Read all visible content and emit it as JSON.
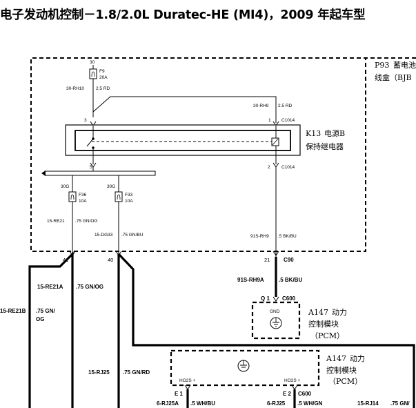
{
  "title": "电子发动机控制－1.8/2.0L Duratec-HE (MI4)，2009 年起车型",
  "bjb": {
    "ref": "P93",
    "name_line1": "蓄电池",
    "name_line2": "线盒（BJB"
  },
  "fuse_f9": {
    "pin": "30",
    "id": "F9",
    "rating": "20A",
    "wire_id": "30-RH10",
    "wire_spec": "2.5 RD"
  },
  "wire_rh9": {
    "id": "30-RH9",
    "spec": "2.5 RD"
  },
  "relay": {
    "ref": "K13",
    "name_line1": "电源B",
    "name_line2": "保持继电器",
    "pin3": "3",
    "pin1": "1",
    "pin5": "5",
    "pin2": "2",
    "conn_top": "C1014",
    "conn_bottom": "C1014"
  },
  "fuse_f36": {
    "pin": "30G",
    "id": "F36",
    "rating": "10A",
    "wire_id": "15-RE21",
    "wire_spec": ".75 GN/OG"
  },
  "fuse_f33": {
    "pin": "30G",
    "id": "F33",
    "rating": "10A",
    "wire_id": "15-DG33",
    "wire_spec": ".75 GN/BU"
  },
  "wire_rh9_inner": {
    "id": "91S-RH9",
    "spec": ".5 BK/BU"
  },
  "bjb_pins": {
    "p41": "41",
    "p40": "40",
    "p21": "21",
    "c90": "C90"
  },
  "wires_out": {
    "re21a_id": "15-RE21A",
    "re21a_spec": ".75 GN/OG",
    "re21b_id": "15-RE21B",
    "re21b_spec_line1": ".75 GN/",
    "re21b_spec_line2": "OG",
    "rh9a_id": "91S-RH9A",
    "rh9a_spec": ".5 BK/BU",
    "rj25_id": "15-RJ25",
    "rj25_spec": ".75 GN/RD"
  },
  "pcm1": {
    "pin": "Q 1",
    "conn": "C600",
    "gnd": "GND",
    "ref": "A147",
    "name_line1": "动力",
    "name_line2": "控制模块",
    "name_line3": "（PCM）"
  },
  "pcm2": {
    "ref": "A147",
    "name_line1": "动力",
    "name_line2": "控制模块",
    "name_line3": "（PCM）",
    "ho2s_left": "HO2S +",
    "ho2s_right": "HO2S +",
    "pin_e1": "E 1",
    "pin_e2": "E 2",
    "conn": "C600"
  },
  "bottom_wires": {
    "rj25a_id": "6-RJ25A",
    "rj25a_spec": ".5 WH/BU",
    "rj25b_id": "6-RJ25",
    "rj25b_spec": ".5 WH/GN",
    "rj14_id": "15-RJ14",
    "rj14_spec": ".75 GN/"
  }
}
